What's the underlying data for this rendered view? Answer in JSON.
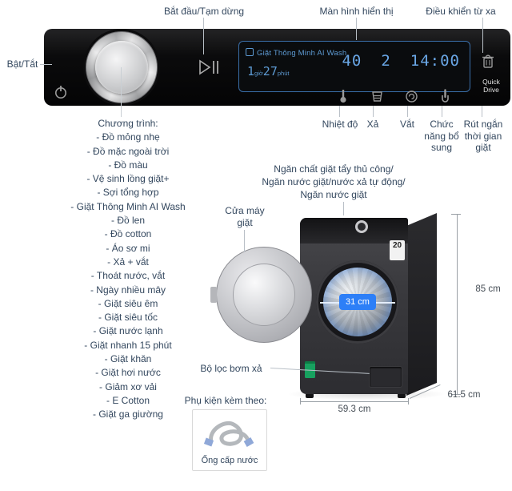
{
  "colors": {
    "accent_blue": "#2d7ff7",
    "label_navy": "#33475e",
    "display_blue": "#5d9ad2"
  },
  "top_labels": {
    "power": "Bật/Tắt",
    "start_pause": "Bắt đầu/Tạm dừng",
    "display": "Màn hình hiển thị",
    "remote": "Điều khiển từ xa"
  },
  "panel": {
    "display": {
      "program": "Giặt Thông Minh AI Wash",
      "dur_h": "1",
      "dur_h_unit": "giờ",
      "dur_m": "27",
      "dur_m_unit": "phút",
      "temp": "40",
      "rinse": "2",
      "clock": "14:00"
    },
    "quick_drive": "Quick Drive"
  },
  "control_labels": {
    "temp": "Nhiệt độ",
    "rinse": "Xả",
    "spin": "Vắt",
    "extra": "Chức năng bổ sung",
    "shorten": "Rút ngắn thời gian giặt"
  },
  "programs": {
    "title": "Chương trình:",
    "items": [
      "- Đồ mỏng nhẹ",
      "- Đồ mặc ngoài trời",
      "- Đồ màu",
      "- Vệ sinh lồng giặt+",
      "- Sợi tổng hợp",
      "- Giặt Thông Minh AI Wash",
      "- Đồ len",
      "- Đồ cotton",
      "- Áo sơ mi",
      "- Xả + vắt",
      "- Thoát nước, vắt",
      "- Ngày nhiều mây",
      "- Giặt siêu êm",
      "- Giặt siêu tốc",
      "- Giặt nước lạnh",
      "- Giặt nhanh 15 phút",
      "- Giặt khăn",
      "- Giặt hơi nước",
      "- Giảm xơ vải",
      "- E Cotton",
      "- Giặt ga giường"
    ]
  },
  "machine": {
    "drawer_line1": "Ngăn chất giặt tẩy thủ công/",
    "drawer_line2": "Ngăn nước giặt/nước xả tự động/",
    "drawer_line3": "Ngăn nước giặt",
    "door_label": "Cửa máy giặt",
    "door_width": "31 cm",
    "capacity_badge": "20",
    "filter_label": "Bộ lọc bơm xả",
    "dim_height": "85 cm",
    "dim_width": "59.3 cm",
    "dim_depth": "61.5 cm"
  },
  "accessory": {
    "title": "Phụ kiện kèm theo:",
    "item": "Ống cấp nước"
  }
}
